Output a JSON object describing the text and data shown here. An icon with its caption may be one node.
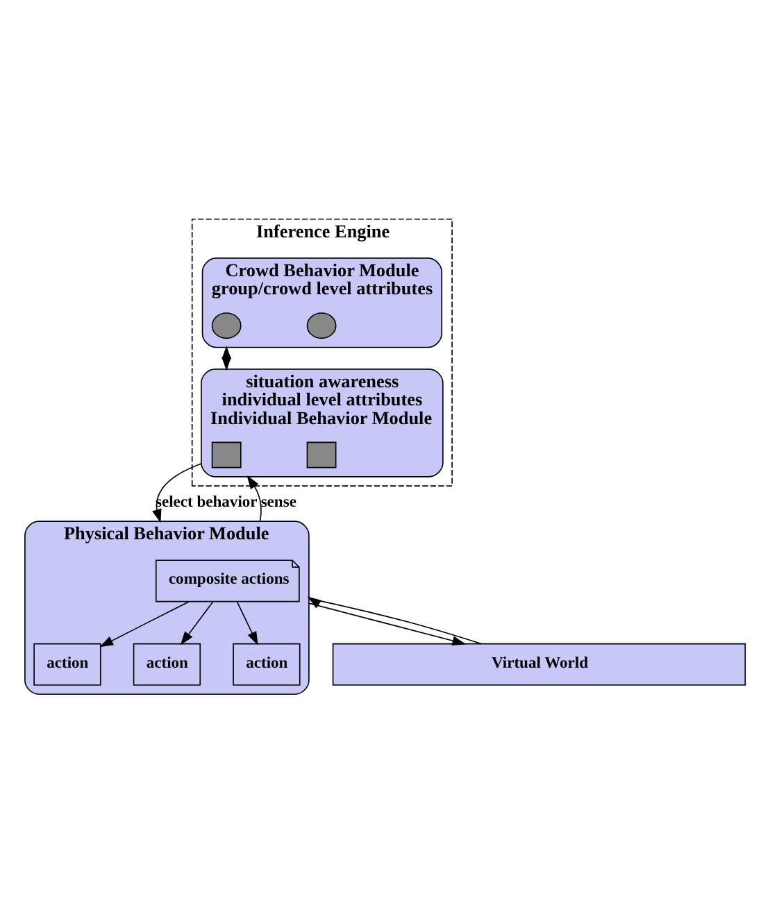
{
  "diagram": {
    "nodes": [
      {
        "text": [
          "Inference Engine"
        ]
      },
      {
        "text": [
          "Crowd Behavior Module",
          "group/crowd level attributes"
        ],
        "in": 0
      },
      {
        "text": [],
        "shape": "ellipse",
        "in": 1
      },
      {
        "text": [],
        "shape": "ellipse",
        "in": 1
      },
      {
        "text": [
          "situation awareness",
          "individual level attributes",
          "Individual Behavior Module"
        ],
        "in": 0
      },
      {
        "text": [],
        "shape": "box",
        "in": 4
      },
      {
        "text": [],
        "shape": "box",
        "in": 4
      },
      {
        "text": [
          "Physical Behavior Module"
        ]
      },
      {
        "text": [
          "composite actions"
        ],
        "in": 7
      },
      {
        "text": [
          "action"
        ],
        "in": 7
      },
      {
        "text": [
          "action"
        ],
        "in": 7
      },
      {
        "text": [
          "action"
        ],
        "in": 7
      },
      {
        "text": [
          "Virtual World"
        ]
      }
    ],
    "edges": [
      {
        "from": 1,
        "to": 4,
        "arrow": "both"
      },
      {
        "from": 4,
        "to": 7,
        "arrow": "to",
        "label": "select behavior"
      },
      {
        "from": 7,
        "to": 4,
        "arrow": "to",
        "label": "sense"
      },
      {
        "from": 8,
        "to": 9,
        "arrow": "to"
      },
      {
        "from": 8,
        "to": 10,
        "arrow": "to"
      },
      {
        "from": 8,
        "to": 11,
        "arrow": "to"
      },
      {
        "from": 7,
        "to": 12,
        "arrow": "to"
      },
      {
        "from": 12,
        "to": 7,
        "arrow": "to"
      }
    ]
  }
}
